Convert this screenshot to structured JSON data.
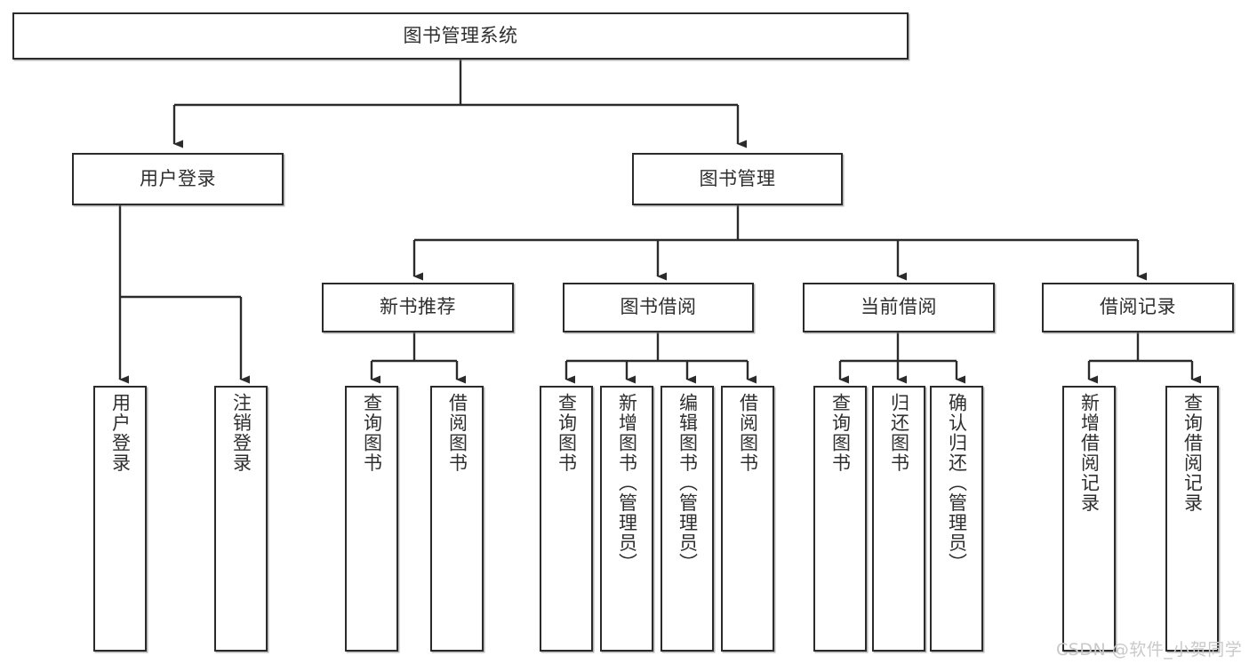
{
  "diagram": {
    "type": "hierarchy-tree",
    "title": "图书管理系统",
    "root": {
      "id": "root",
      "label": "图书管理系统",
      "orientation": "horizontal"
    },
    "level2": [
      {
        "id": "user-login",
        "label": "用户登录",
        "orientation": "horizontal"
      },
      {
        "id": "book-management",
        "label": "图书管理",
        "orientation": "horizontal"
      }
    ],
    "level3": [
      {
        "id": "new-book-recommend",
        "label": "新书推荐",
        "orientation": "horizontal",
        "parent": "book-management"
      },
      {
        "id": "book-borrow",
        "label": "图书借阅",
        "orientation": "horizontal",
        "parent": "book-management"
      },
      {
        "id": "current-borrow",
        "label": "当前借阅",
        "orientation": "horizontal",
        "parent": "book-management"
      },
      {
        "id": "borrow-record",
        "label": "借阅记录",
        "orientation": "horizontal",
        "parent": "book-management"
      }
    ],
    "leaves": [
      {
        "id": "leaf-user-login",
        "label": "用户登录",
        "parent": "user-login",
        "orientation": "vertical"
      },
      {
        "id": "leaf-logout-login",
        "label": "注销登录",
        "parent": "user-login",
        "orientation": "vertical"
      },
      {
        "id": "leaf-query-book-1",
        "label": "查询图书",
        "parent": "new-book-recommend",
        "orientation": "vertical"
      },
      {
        "id": "leaf-borrow-book-1",
        "label": "借阅图书",
        "parent": "new-book-recommend",
        "orientation": "vertical"
      },
      {
        "id": "leaf-query-book-2",
        "label": "查询图书",
        "parent": "book-borrow",
        "orientation": "vertical"
      },
      {
        "id": "leaf-add-book",
        "label": "新增图书（管理员）",
        "parent": "book-borrow",
        "orientation": "vertical"
      },
      {
        "id": "leaf-edit-book",
        "label": "编辑图书（管理员）",
        "parent": "book-borrow",
        "orientation": "vertical"
      },
      {
        "id": "leaf-borrow-book-2",
        "label": "借阅图书",
        "parent": "book-borrow",
        "orientation": "vertical"
      },
      {
        "id": "leaf-query-book-3",
        "label": "查询图书",
        "parent": "current-borrow",
        "orientation": "vertical"
      },
      {
        "id": "leaf-return-book",
        "label": "归还图书",
        "parent": "current-borrow",
        "orientation": "vertical"
      },
      {
        "id": "leaf-confirm-return",
        "label": "确认归还（管理员）",
        "parent": "current-borrow",
        "orientation": "vertical"
      },
      {
        "id": "leaf-add-record",
        "label": "新增借阅记录",
        "parent": "borrow-record",
        "orientation": "vertical"
      },
      {
        "id": "leaf-query-record",
        "label": "查询借阅记录",
        "parent": "borrow-record",
        "orientation": "vertical"
      }
    ],
    "colors": {
      "stroke": "#2b2b2b",
      "background": "#ffffff",
      "text": "#2f2f2f",
      "watermark": "#c9c9c9"
    }
  },
  "watermark": {
    "text": "CSDN @软件_小贺同学"
  }
}
